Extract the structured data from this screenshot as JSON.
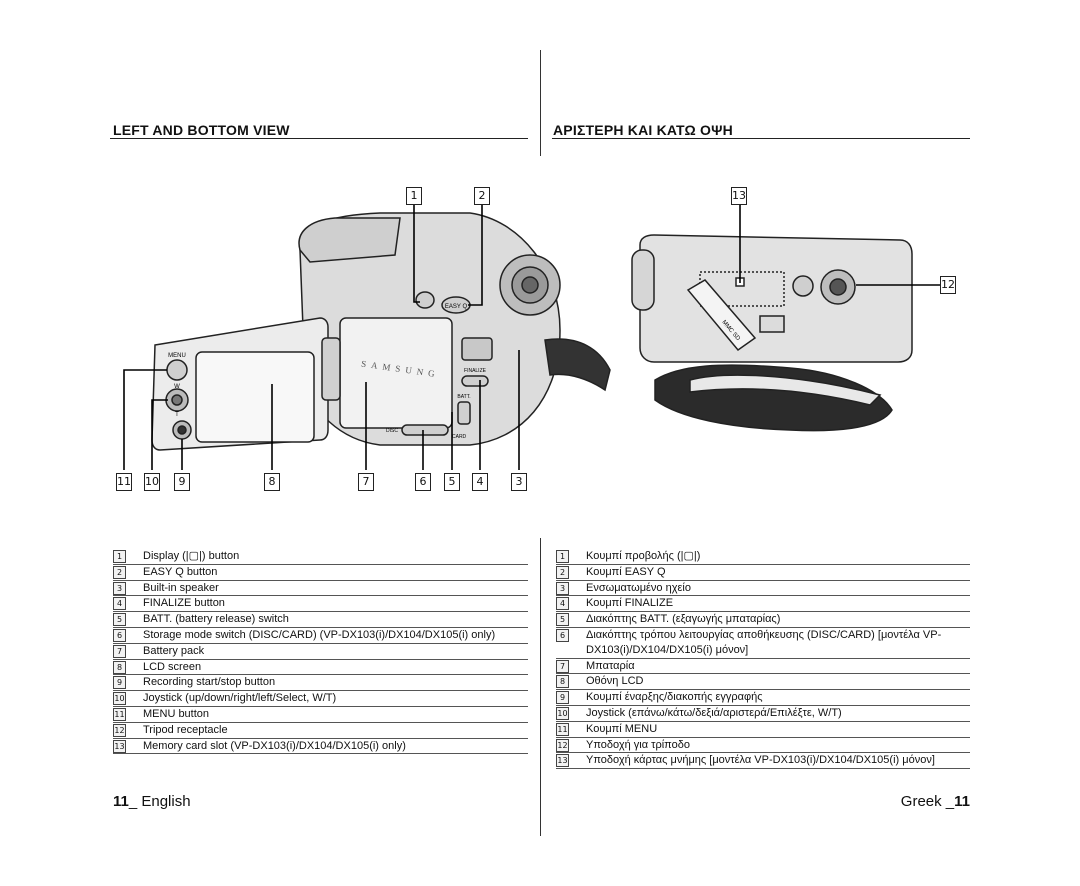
{
  "left": {
    "heading": "LEFT AND BOTTOM VIEW",
    "items": [
      {
        "n": "1",
        "text": "Display (|▢|) button"
      },
      {
        "n": "2",
        "text": "EASY Q button"
      },
      {
        "n": "3",
        "text": "Built-in speaker"
      },
      {
        "n": "4",
        "text": "FINALIZE button"
      },
      {
        "n": "5",
        "text": "BATT. (battery release) switch"
      },
      {
        "n": "6",
        "text": "Storage mode switch (DISC/CARD) (VP-DX103(i)/DX104/DX105(i) only)"
      },
      {
        "n": "7",
        "text": "Battery pack"
      },
      {
        "n": "8",
        "text": "LCD screen"
      },
      {
        "n": "9",
        "text": "Recording start/stop button"
      },
      {
        "n": "10",
        "text": "Joystick (up/down/right/left/Select, W/T)"
      },
      {
        "n": "11",
        "text": "MENU button"
      },
      {
        "n": "12",
        "text": "Tripod receptacle"
      },
      {
        "n": "13",
        "text": "Memory card slot (VP-DX103(i)/DX104/DX105(i) only)"
      }
    ],
    "footer_num": "11",
    "footer_text": "_ English"
  },
  "right": {
    "heading": "ΑΡΙΣΤΕΡΗ ΚΑΙ ΚΑΤΩ ΟΨΗ",
    "items": [
      {
        "n": "1",
        "text": "Κουμπί προβολής (|▢|)"
      },
      {
        "n": "2",
        "text": "Κουμπί EASY Q"
      },
      {
        "n": "3",
        "text": "Ενσωματωμένο ηχείο"
      },
      {
        "n": "4",
        "text": "Κουμπί FINALIZE"
      },
      {
        "n": "5",
        "text": "Διακόπτης BATT. (εξαγωγής μπαταρίας)"
      },
      {
        "n": "6",
        "text": "Διακόπτης τρόπου λειτουργίας αποθήκευσης (DISC/CARD) [μοντέλα VP-DX103(i)/DX104/DX105(i) μόνον]"
      },
      {
        "n": "7",
        "text": "Μπαταρία"
      },
      {
        "n": "8",
        "text": "Οθόνη LCD"
      },
      {
        "n": "9",
        "text": "Κουμπί έναρξης/διακοπής εγγραφής"
      },
      {
        "n": "10",
        "text": "Joystick (επάνω/κάτω/δεξιά/αριστερά/Επιλέξτε, W/T)"
      },
      {
        "n": "11",
        "text": "Κουμπί MENU"
      },
      {
        "n": "12",
        "text": "Υποδοχή για τρίποδο"
      },
      {
        "n": "13",
        "text": "Υποδοχή κάρτας μνήμης [μοντέλα VP-DX103(i)/DX104/DX105(i) μόνον]"
      }
    ],
    "footer_text": "Greek _",
    "footer_num": "11"
  },
  "camera_labels": {
    "menu": "MENU",
    "w": "W",
    "t": "T",
    "easy": "EASY Q",
    "brand": "SAMSUNG",
    "finalize": "FINALIZE",
    "batt": "BATT.",
    "disc": "DISC",
    "card": "CARD",
    "mmc": "MMC SD"
  },
  "callouts": {
    "c1": "1",
    "c2": "2",
    "c3": "3",
    "c4": "4",
    "c5": "5",
    "c6": "6",
    "c7": "7",
    "c8": "8",
    "c9": "9",
    "c10": "10",
    "c11": "11",
    "c12": "12",
    "c13": "13"
  }
}
